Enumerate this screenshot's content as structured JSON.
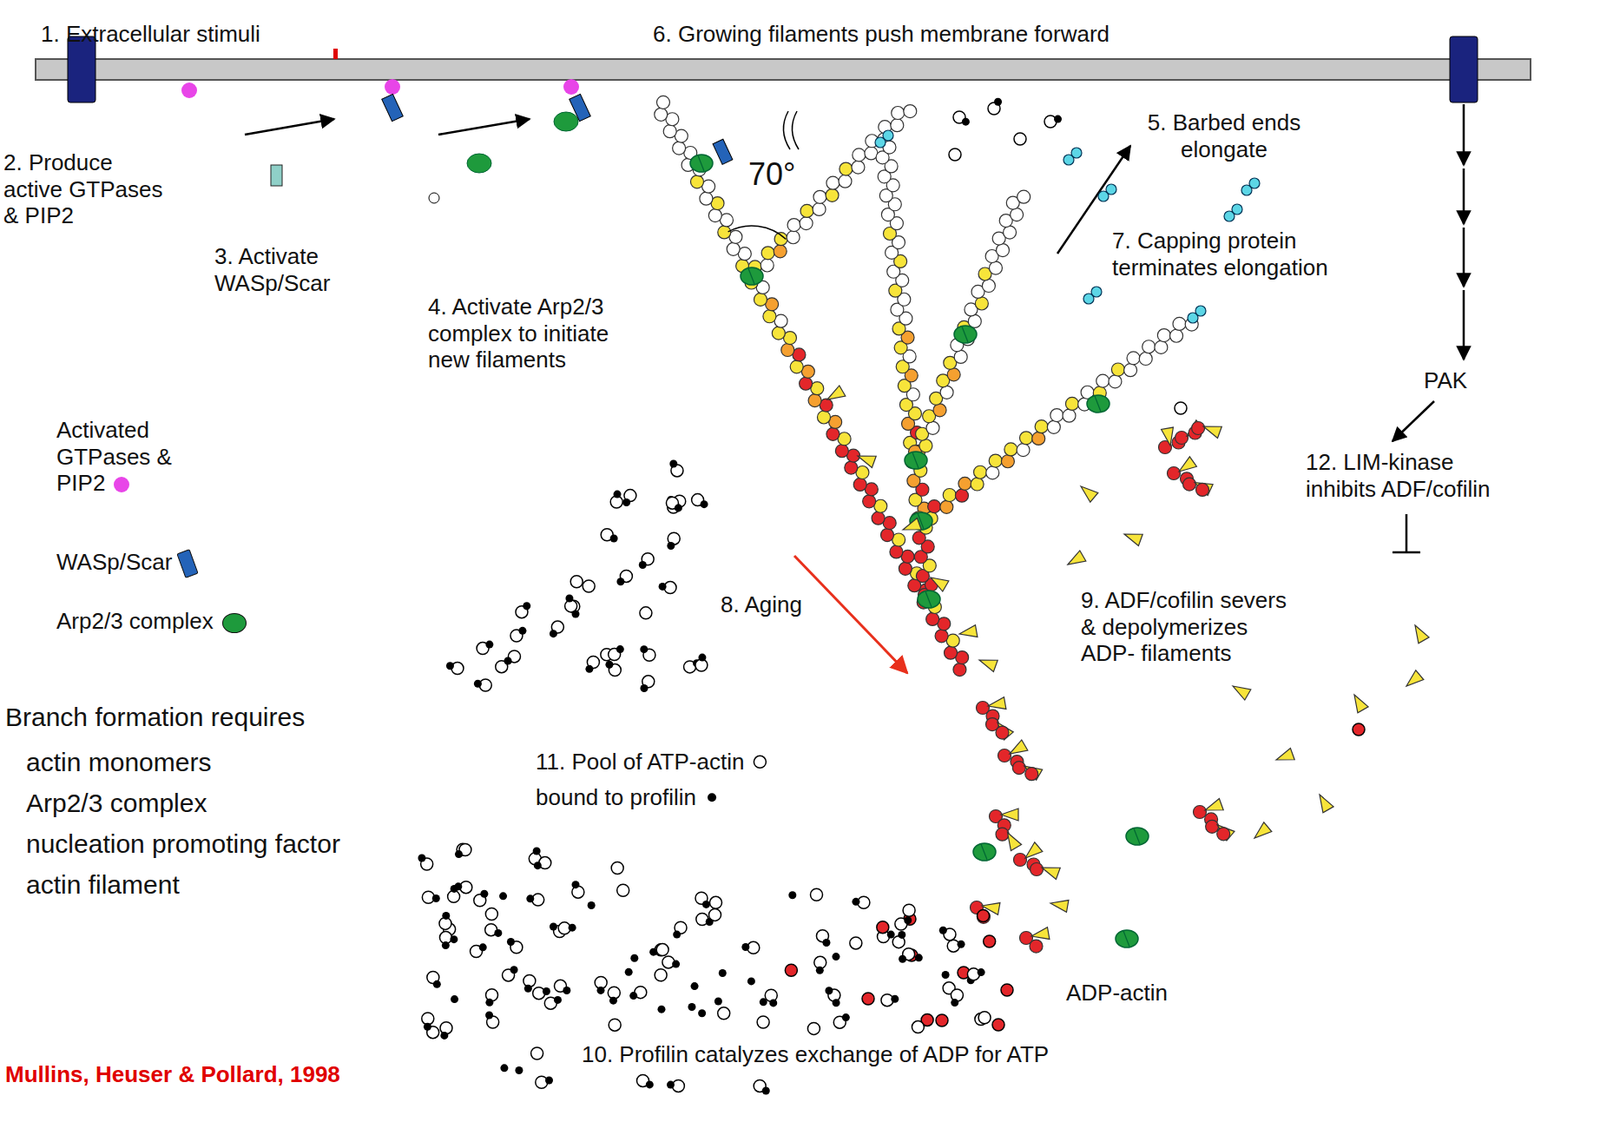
{
  "diagram": {
    "labels": [
      "1. Extracellular stimuli",
      "6. Growing filaments push membrane forward",
      "2. Produce active GTPases & PIP2",
      "3. Activate WASp/Scar",
      "4. Activate Arp2/3 complex to initiate new filaments",
      "70°",
      "5. Barbed ends elongate",
      "7. Capping protein terminates elongation",
      "PAK",
      "12. LIM-kinase inhibits ADF/cofilin",
      "8. Aging",
      "9. ADF/cofilin severs & depolymerizes ADP- filaments",
      "11. Pool of ATP-actin",
      "bound to profilin",
      "ADP-actin",
      "10. Profilin catalyzes exchange of ADP for ATP",
      "Branch formation requires",
      "actin monomers",
      "Arp2/3 complex",
      "nucleation promoting factor",
      "actin filament",
      "Mullins, Heuser & Pollard, 1998"
    ],
    "legend": [
      {
        "text": "Activated GTPases & PIP2",
        "color": "#e845e8"
      },
      {
        "text": "WASp/Scar",
        "color": "#2463b8"
      },
      {
        "text": "Arp2/3 complex",
        "color": "#1e9a3c"
      }
    ]
  }
}
